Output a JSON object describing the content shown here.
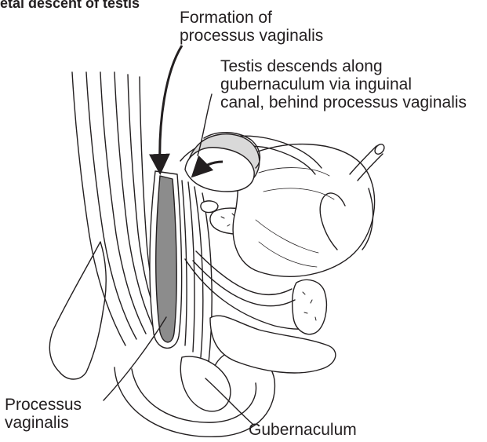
{
  "heading": "etal descent of testis",
  "labels": {
    "formation": [
      "Formation of",
      "processus vaginalis"
    ],
    "testis": [
      "Testis descends along",
      "gubernaculum via inguinal",
      "canal, behind processus vaginalis"
    ],
    "processus": [
      "Processus",
      "vaginalis"
    ],
    "gubernaculum": [
      "Gubernaculum"
    ]
  },
  "colors": {
    "ink": "#231f20",
    "vaginalis_fill": "#8c8c8c",
    "tissue_fill": "#ffffff",
    "shade": "#d9d9d9"
  }
}
